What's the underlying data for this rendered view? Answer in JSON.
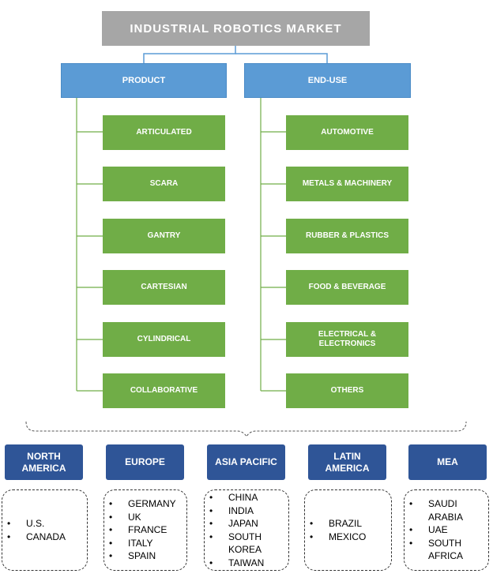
{
  "title": "INDUSTRIAL ROBOTICS MARKET",
  "categories": {
    "product": "PRODUCT",
    "end_use": "END-USE"
  },
  "product_items": [
    "ARTICULATED",
    "SCARA",
    "GANTRY",
    "CARTESIAN",
    "CYLINDRICAL",
    "COLLABORATIVE"
  ],
  "end_use_items": [
    "AUTOMOTIVE",
    "METALS & MACHINERY",
    "RUBBER & PLASTICS",
    "FOOD & BEVERAGE",
    "ELECTRICAL & ELECTRONICS",
    "OTHERS"
  ],
  "regions": [
    {
      "name": "NORTH AMERICA",
      "countries": [
        "U.S.",
        "CANADA"
      ]
    },
    {
      "name": "EUROPE",
      "countries": [
        "GERMANY",
        "UK",
        "FRANCE",
        "ITALY",
        "SPAIN"
      ]
    },
    {
      "name": "ASIA PACIFIC",
      "countries": [
        "CHINA",
        "INDIA",
        "JAPAN",
        "SOUTH KOREA",
        "TAIWAN"
      ]
    },
    {
      "name": "LATIN AMERICA",
      "countries": [
        "BRAZIL",
        "MEXICO"
      ]
    },
    {
      "name": "MEA",
      "countries": [
        "SAUDI ARABIA",
        "UAE",
        "SOUTH AFRICA"
      ]
    }
  ],
  "colors": {
    "title_bg": "#a6a6a6",
    "category_bg": "#5b9bd5",
    "leaf_bg": "#70ad47",
    "region_bg": "#2f5597",
    "connector": "#70ad47"
  }
}
